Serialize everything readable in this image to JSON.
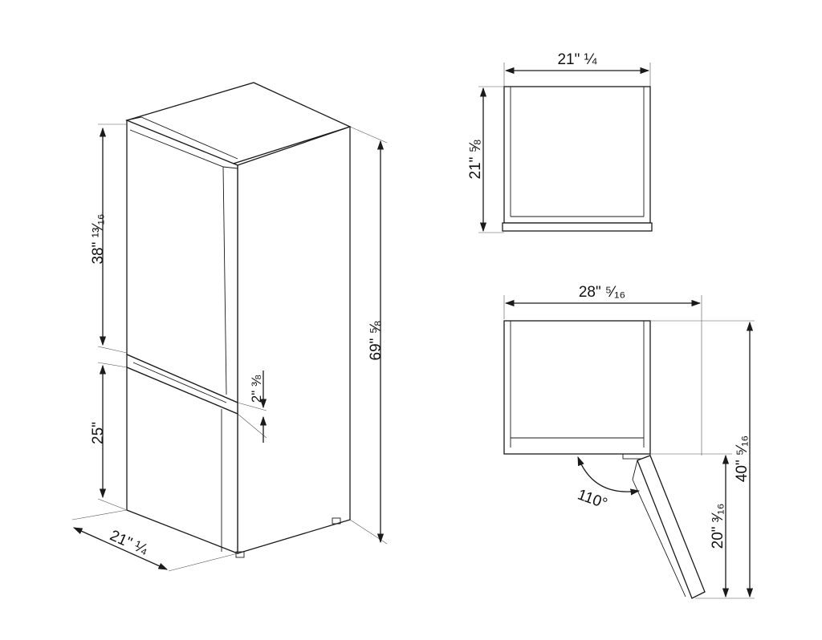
{
  "dimensions": {
    "overall_height": "69\" ⅝",
    "upper_door_height": "38\" ¹³⁄₁₆",
    "lower_door_height": "25\"",
    "gap_height": "2\" ⅜",
    "depth_perspective": "21\" ¼",
    "top_width": "21\" ¼",
    "top_depth": "21\" ⅝",
    "plan_width": "28\" ⁵⁄₁₆",
    "plan_depth": "40\" ⁵⁄₁₆",
    "door_offset": "20\" ³⁄₁₆",
    "door_angle": "110°"
  }
}
